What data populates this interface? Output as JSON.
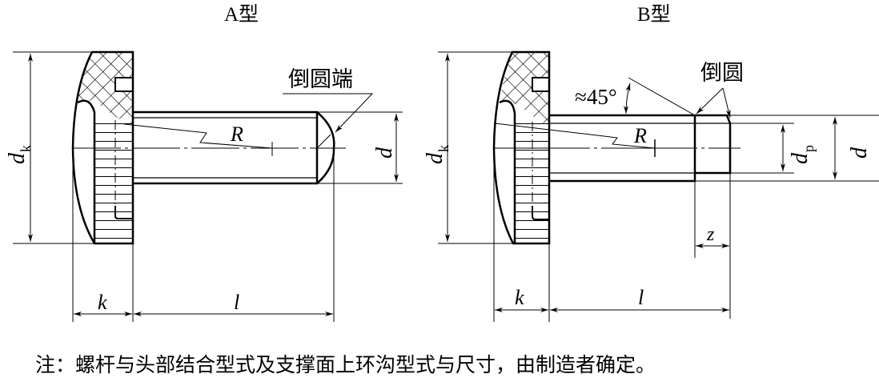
{
  "titles": {
    "a": "A型",
    "b": "B型"
  },
  "labels": {
    "rounded_end": "倒圆端",
    "rounded": "倒圆",
    "angle": "≈45°",
    "dk": "d",
    "dk_sub": "k",
    "d": "d",
    "dp": "d",
    "dp_sub": "p",
    "k": "k",
    "l": "l",
    "R": "R",
    "z": "z"
  },
  "note": "注：螺杆与头部结合型式及支撑面上环沟型式与尺寸，由制造者确定。"
}
